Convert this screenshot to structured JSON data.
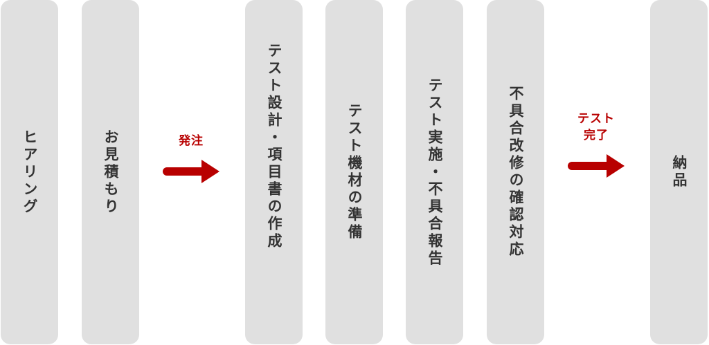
{
  "colors": {
    "pillar_bg": "#e0e0e0",
    "pillar_text": "#333333",
    "arrow": "#b80000"
  },
  "steps": [
    {
      "label": "ヒアリング"
    },
    {
      "label": "お見積もり"
    },
    {
      "label": "テスト設計・項目書の作成"
    },
    {
      "label": "テスト機材の準備"
    },
    {
      "label": "テスト実施・不具合報告"
    },
    {
      "label": "不具合改修の確認対応"
    },
    {
      "label": "納品"
    }
  ],
  "connectors": [
    {
      "lines": [
        "発注"
      ],
      "icon": "arrow-right-icon"
    },
    {
      "lines": [
        "テスト",
        "完了"
      ],
      "icon": "arrow-right-icon"
    }
  ]
}
